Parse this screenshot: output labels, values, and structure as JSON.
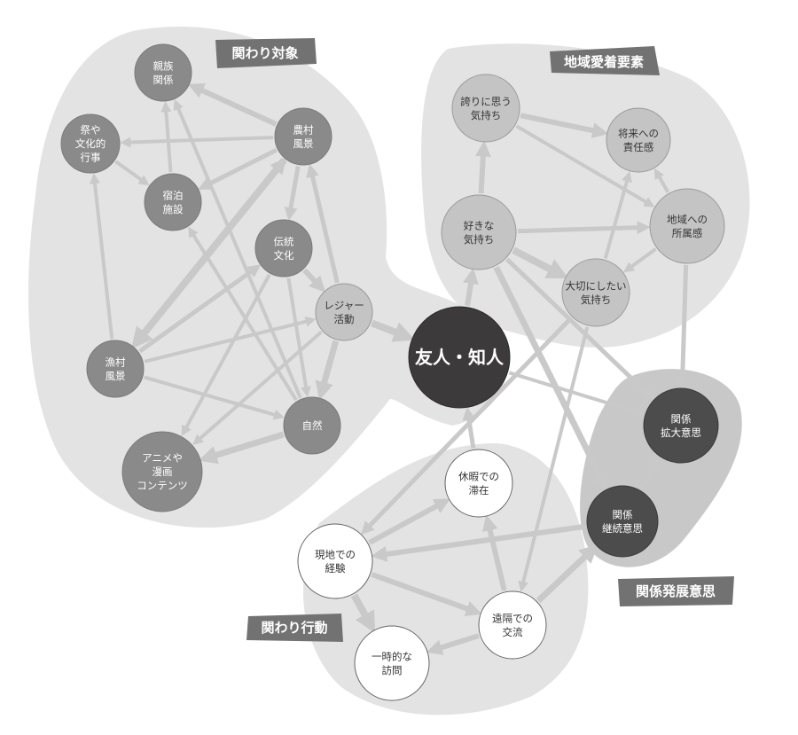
{
  "groups": [
    {
      "id": "objects",
      "label": "関わり対象"
    },
    {
      "id": "attachment",
      "label": "地域愛着要素"
    },
    {
      "id": "actions",
      "label": "関わり行動"
    },
    {
      "id": "development",
      "label": "関係発展意思"
    }
  ],
  "nodes": [
    {
      "id": "shinzoku",
      "lines": [
        "親族",
        "関係"
      ],
      "style": "gray"
    },
    {
      "id": "matsuri",
      "lines": [
        "祭や",
        "文化的",
        "行事"
      ],
      "style": "gray"
    },
    {
      "id": "shukuhaku",
      "lines": [
        "宿泊",
        "施設"
      ],
      "style": "gray"
    },
    {
      "id": "noson",
      "lines": [
        "農村",
        "風景"
      ],
      "style": "gray"
    },
    {
      "id": "dento",
      "lines": [
        "伝統",
        "文化"
      ],
      "style": "gray"
    },
    {
      "id": "leisure",
      "lines": [
        "レジャー",
        "活動"
      ],
      "style": "light"
    },
    {
      "id": "gyoson",
      "lines": [
        "漁村",
        "風景"
      ],
      "style": "gray"
    },
    {
      "id": "shizen",
      "lines": [
        "自然"
      ],
      "style": "gray"
    },
    {
      "id": "anime",
      "lines": [
        "アニメや",
        "漫画",
        "コンテンツ"
      ],
      "style": "gray"
    },
    {
      "id": "hokori",
      "lines": [
        "誇りに思う",
        "気持ち"
      ],
      "style": "light"
    },
    {
      "id": "shorai",
      "lines": [
        "将来への",
        "責任感"
      ],
      "style": "light"
    },
    {
      "id": "suki",
      "lines": [
        "好きな",
        "気持ち"
      ],
      "style": "light"
    },
    {
      "id": "shozoku",
      "lines": [
        "地域への",
        "所属感"
      ],
      "style": "light"
    },
    {
      "id": "taisetsu",
      "lines": [
        "大切にしたい",
        "気持ち"
      ],
      "style": "light"
    },
    {
      "id": "yujin",
      "lines": [
        "友人・知人"
      ],
      "style": "dark-main"
    },
    {
      "id": "kakudai",
      "lines": [
        "関係",
        "拡大意思"
      ],
      "style": "dark"
    },
    {
      "id": "keizoku",
      "lines": [
        "関係",
        "継続意思"
      ],
      "style": "dark"
    },
    {
      "id": "kyuka",
      "lines": [
        "休暇での",
        "滞在"
      ],
      "style": "white"
    },
    {
      "id": "genchi",
      "lines": [
        "現地での",
        "経験"
      ],
      "style": "white"
    },
    {
      "id": "enkaku",
      "lines": [
        "遠隔での",
        "交流"
      ],
      "style": "white"
    },
    {
      "id": "ichiji",
      "lines": [
        "一時的な",
        "訪問"
      ],
      "style": "white"
    }
  ],
  "edges": [
    [
      "noson",
      "shinzoku",
      6
    ],
    [
      "noson",
      "matsuri",
      4
    ],
    [
      "noson",
      "shukuhaku",
      5
    ],
    [
      "noson",
      "dento",
      5
    ],
    [
      "noson",
      "gyoson",
      8
    ],
    [
      "gyoson",
      "noson",
      6
    ],
    [
      "matsuri",
      "shukuhaku",
      4
    ],
    [
      "shukuhaku",
      "shinzoku",
      4
    ],
    [
      "gyoson",
      "matsuri",
      4
    ],
    [
      "gyoson",
      "dento",
      5
    ],
    [
      "gyoson",
      "leisure",
      4
    ],
    [
      "gyoson",
      "shizen",
      4
    ],
    [
      "shizen",
      "shinzoku",
      4
    ],
    [
      "shizen",
      "shukuhaku",
      4
    ],
    [
      "dento",
      "shizen",
      4
    ],
    [
      "dento",
      "leisure",
      6
    ],
    [
      "dento",
      "anime",
      4
    ],
    [
      "leisure",
      "noson",
      5
    ],
    [
      "leisure",
      "shizen",
      7
    ],
    [
      "leisure",
      "anime",
      4
    ],
    [
      "shizen",
      "anime",
      7
    ],
    [
      "leisure",
      "yujin",
      8
    ],
    [
      "suki",
      "hokori",
      6
    ],
    [
      "suki",
      "shozoku",
      5
    ],
    [
      "suki",
      "taisetsu",
      8
    ],
    [
      "hokori",
      "shorai",
      6
    ],
    [
      "hokori",
      "shozoku",
      4
    ],
    [
      "shozoku",
      "shorai",
      4
    ],
    [
      "shozoku",
      "taisetsu",
      4
    ],
    [
      "taisetsu",
      "shorai",
      4
    ],
    [
      "yujin",
      "suki",
      6
    ],
    [
      "shozoku",
      "kakudai",
      5
    ],
    [
      "suki",
      "kakudai",
      5
    ],
    [
      "suki",
      "keizoku",
      7
    ],
    [
      "keizoku",
      "kakudai",
      7
    ],
    [
      "taisetsu",
      "genchi",
      5
    ],
    [
      "taisetsu",
      "enkaku",
      4
    ],
    [
      "kyuka",
      "yujin",
      5
    ],
    [
      "genchi",
      "kyuka",
      6
    ],
    [
      "genchi",
      "enkaku",
      6
    ],
    [
      "genchi",
      "ichiji",
      8
    ],
    [
      "enkaku",
      "kyuka",
      6
    ],
    [
      "enkaku",
      "ichiji",
      6
    ],
    [
      "enkaku",
      "keizoku",
      7
    ],
    [
      "keizoku",
      "genchi",
      6
    ],
    [
      "yujin",
      "kakudai",
      4
    ]
  ],
  "colors": {
    "group_fill": "#e3e3e3",
    "group_dev_fill": "#c8c8c8",
    "arrow": "#c9c9c9",
    "tag_fill": "#727272",
    "node_gray": "#8a8a8a",
    "node_light": "#c4c4c4",
    "node_dark": "#4c4c4c",
    "node_main": "#3d3a3b",
    "node_white": "#ffffff"
  }
}
